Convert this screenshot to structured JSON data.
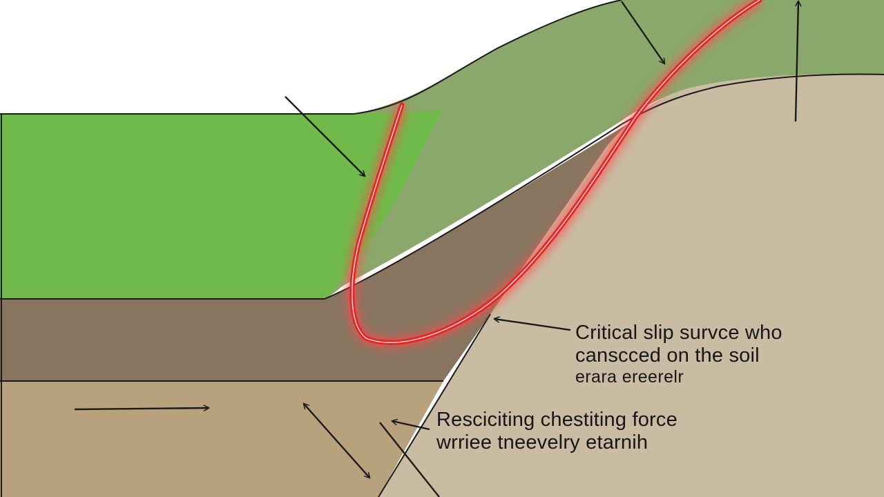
{
  "colors": {
    "background": "#ffffff",
    "green_layer": "#6fba4a",
    "olive_layer": "#8aa86b",
    "dark_soil": "#877560",
    "tan_soil": "#b7a27d",
    "beige_soil": "#c9bca2",
    "slip_surface": "#ee2222",
    "outline": "#1a1a1a"
  },
  "icons": [
    "arrow-icon",
    "double-arrow-icon"
  ],
  "annotations": {
    "slip_surface": {
      "line1": "Critical slip survce who",
      "line2": "canscced on the soil",
      "line3": "erara ereerelr"
    },
    "force": {
      "line1": "Resciciting chestiting force",
      "line2": "wrriee tneevelry etarnih"
    }
  }
}
